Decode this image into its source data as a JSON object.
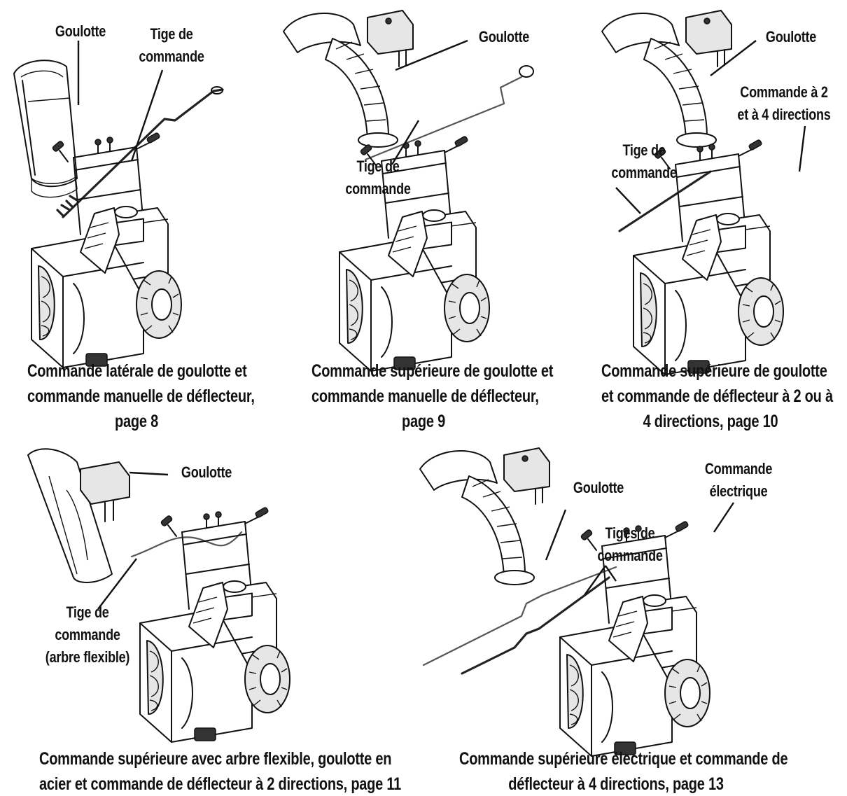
{
  "panels": [
    {
      "labels": {
        "chute": "Goulotte",
        "rod_line1": "Tige de",
        "rod_line2": "commande"
      },
      "caption": [
        "Commande latérale de goulotte et",
        "commande manuelle de déflecteur,",
        "page 8"
      ]
    },
    {
      "labels": {
        "chute": "Goulotte",
        "rod_line1": "Tige de",
        "rod_line2": "commande"
      },
      "caption": [
        "Commande supérieure de goulotte et",
        "commande manuelle de déflecteur,",
        "page 9"
      ]
    },
    {
      "labels": {
        "chute": "Goulotte",
        "control_line1": "Commande à 2",
        "control_line2": "et à 4 directions",
        "rod_line1": "Tige de",
        "rod_line2": "commande"
      },
      "caption": [
        "Commande supérieure de goulotte",
        "et commande de déflecteur à 2 ou à",
        "4 directions, page 10"
      ]
    },
    {
      "labels": {
        "chute": "Goulotte",
        "rod_line1": "Tige de",
        "rod_line2": "commande",
        "rod_line3": "(arbre flexible)"
      },
      "caption": [
        "Commande supérieure avec arbre flexible, goulotte en",
        "acier et commande de déflecteur à 2 directions, page 11"
      ]
    },
    {
      "labels": {
        "chute": "Goulotte",
        "control_line1": "Commande",
        "control_line2": "électrique",
        "rods_line1": "Tiges de",
        "rods_line2": "commande"
      },
      "caption": [
        "Commande supérieure électrique et commande de",
        "déflecteur à 4 directions, page 13"
      ]
    }
  ]
}
